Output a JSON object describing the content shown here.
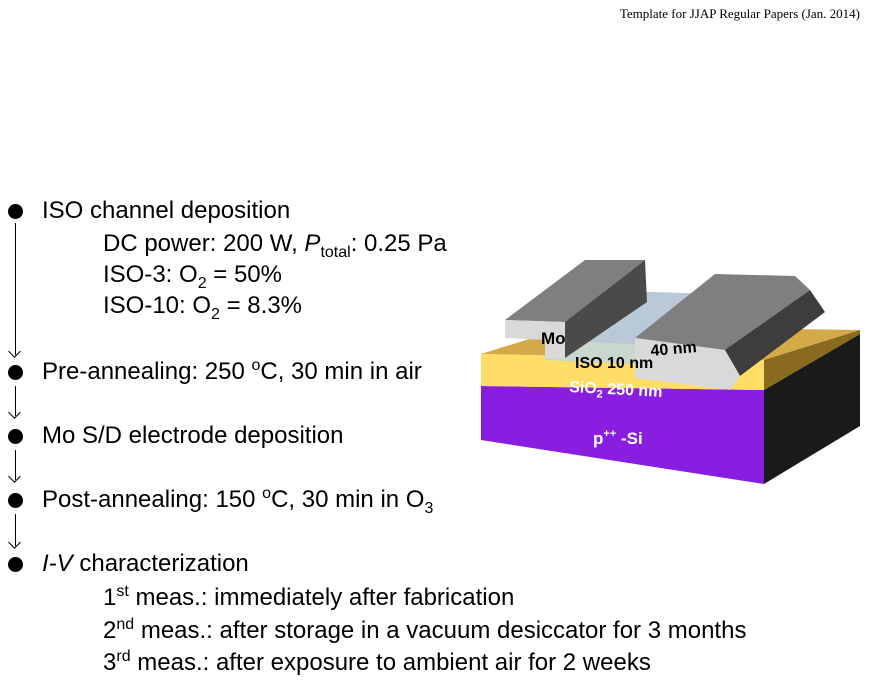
{
  "header": {
    "text": "Template for JJAP Regular Papers (Jan. 2014)"
  },
  "steps": [
    {
      "label": "ISO channel deposition"
    },
    {
      "label": "Pre-annealing: 250 ",
      "sup": "o",
      "rest": "C, 30 min in air"
    },
    {
      "label": "Mo S/D electrode deposition"
    },
    {
      "label": "Post-annealing: 150 ",
      "sup": "o",
      "rest": "C, 30 min in O",
      "sub": "3"
    },
    {
      "label_italic": "I-V",
      "rest": " characterization"
    }
  ],
  "deposition_params": {
    "power": "DC power: 200 W, ",
    "p_symbol": "P",
    "p_sub": "total",
    "p_value": ": 0.25 Pa",
    "iso3_prefix": "ISO-3: O",
    "iso3_sub": "2",
    "iso3_value": " = 50%",
    "iso10_prefix": "ISO-10: O",
    "iso10_sub": "2",
    "iso10_value": " = 8.3%"
  },
  "measurements": [
    {
      "ordinal": "1",
      "suffix": "st",
      "text": " meas.: immediately after fabrication"
    },
    {
      "ordinal": "2",
      "suffix": "nd",
      "text": " meas.: after storage in a vacuum desiccator for 3 months"
    },
    {
      "ordinal": "3",
      "suffix": "rd",
      "text": " meas.: after exposure to ambient air for 2 weeks"
    }
  ],
  "device": {
    "mo_label": "Mo",
    "mo_thickness": "40 nm",
    "iso_label": "ISO  10 nm",
    "sio2_label": "SiO",
    "sio2_sub": "2",
    "sio2_thickness": " 250 nm",
    "substrate_label": "p",
    "substrate_sup": "++",
    "substrate_rest": " -Si",
    "colors": {
      "substrate_front": "#8a1ee0",
      "substrate_side": "#1a1a1a",
      "sio2_front": "#ffdd66",
      "sio2_top": "#d4aa48",
      "iso": "#c9d8ce",
      "mo_front": "#d9d9d9",
      "mo_top": "#7f7f7f"
    }
  }
}
